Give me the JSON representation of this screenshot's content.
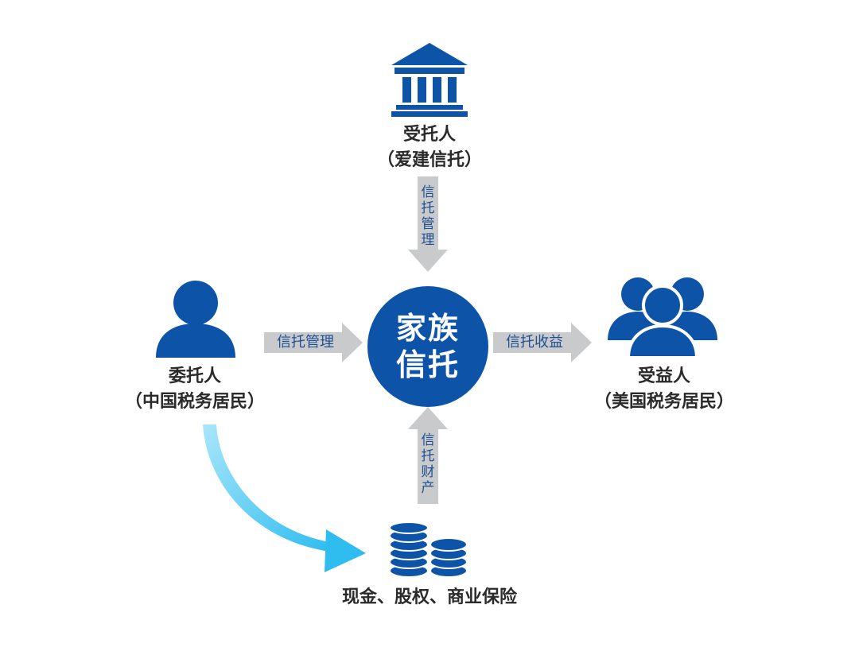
{
  "trustee": {
    "title": "受托人",
    "subtitle": "（爱建信托）",
    "icon": "bank-building-icon"
  },
  "settlor": {
    "title": "委托人",
    "subtitle": "（中国税务居民）",
    "icon": "person-icon"
  },
  "beneficiary": {
    "title": "受益人",
    "subtitle": "（美国税务居民）",
    "icon": "people-group-icon"
  },
  "assets": {
    "title": "现金、股权、商业保险",
    "icon": "coin-stacks-icon"
  },
  "center": {
    "line1": "家族",
    "line2": "信托"
  },
  "arrows": {
    "top": "信托管理",
    "left": "信托管理",
    "right": "信托收益",
    "bottom": "信托财产"
  },
  "colors": {
    "primary_blue": "#0d54a8",
    "arrow_gray": "#c9cacc",
    "curve_cyan": "#3cc6f2",
    "text_dark": "#2a2a2a",
    "arrow_text_blue": "#1d4f91"
  }
}
